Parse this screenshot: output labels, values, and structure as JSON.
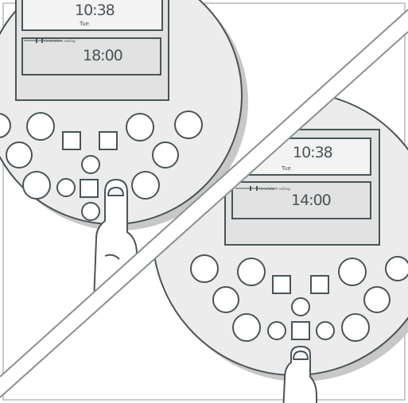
{
  "colors": {
    "outline": "#4a5458",
    "device_fill": "#ececec",
    "display_fill": "#e2e2e2",
    "screen_fill": "#f3f3f3",
    "shadow": "#c8c8c8",
    "background": "#ffffff",
    "skin": "#ffffff"
  },
  "panel_top": {
    "display_time": "10:38",
    "display_day": "Tue",
    "setting_caption": "timer/alarm setting",
    "setting_time": "18:00"
  },
  "panel_bottom": {
    "display_time": "10:38",
    "display_day": "Tue",
    "setting_caption": "timer/alarm setting",
    "setting_time": "14:00"
  },
  "icons": {
    "hand_top": "pointing-finger-icon",
    "hand_bottom": "pointing-finger-icon"
  }
}
